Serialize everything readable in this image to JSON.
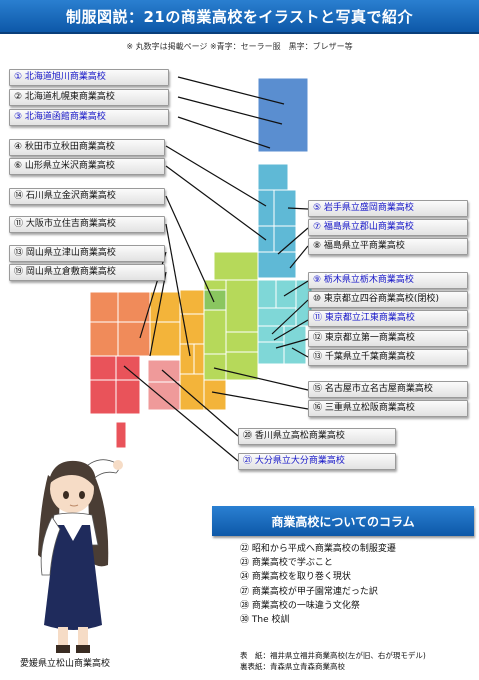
{
  "header": {
    "title": "制服図説：21の商業高校をイラストと写真で紹介",
    "note": "※ 丸数字は掲載ページ ※青字：セーラー服　黒字：ブレザー等"
  },
  "schools": [
    {
      "label": "① 北海道旭川商業高校",
      "style": "blue"
    },
    {
      "label": "② 北海道札幌東商業高校",
      "style": "black"
    },
    {
      "label": "③ 北海道函館商業高校",
      "style": "blue"
    },
    {
      "label": "④ 秋田市立秋田商業高校",
      "style": "black"
    },
    {
      "label": "⑥ 山形県立米沢商業高校",
      "style": "black"
    },
    {
      "label": "⑭ 石川県立金沢商業高校",
      "style": "black"
    },
    {
      "label": "⑪ 大阪市立住吉商業高校",
      "style": "black"
    },
    {
      "label": "⑬ 岡山県立津山商業高校",
      "style": "black"
    },
    {
      "label": "⑲ 岡山県立倉敷商業高校",
      "style": "black"
    },
    {
      "label": "⑤ 岩手県立盛岡商業高校",
      "style": "blue"
    },
    {
      "label": "⑦ 福島県立郡山商業高校",
      "style": "blue"
    },
    {
      "label": "⑧ 福島県立平商業高校",
      "style": "black"
    },
    {
      "label": "⑨ 栃木県立栃木商業高校",
      "style": "blue"
    },
    {
      "label": "⑩ 東京都立四谷商業高校(閉校)",
      "style": "black"
    },
    {
      "label": "⑪ 東京都立江東商業高校",
      "style": "blue"
    },
    {
      "label": "⑫ 東京都立第一商業高校",
      "style": "black"
    },
    {
      "label": "⑬ 千葉県立千葉商業高校",
      "style": "black"
    },
    {
      "label": "⑮ 名古屋市立名古屋商業高校",
      "style": "black"
    },
    {
      "label": "⑯ 三重県立松阪商業高校",
      "style": "black"
    },
    {
      "label": "⑳ 香川県立高松商業高校",
      "style": "black"
    },
    {
      "label": "㉑ 大分県立大分商業高校",
      "style": "blue"
    }
  ],
  "column": {
    "title": "商業高校についてのコラム",
    "items": [
      "㉒ 昭和から平成へ商業高校の制服変遷",
      "㉓ 商業高校で学ぶこと",
      "㉔ 商業高校を取り巻く現状",
      "㉗ 商業高校が甲子園常連だった訳",
      "㉘ 商業高校の一味違う文化祭",
      "㉚ The 校訓"
    ]
  },
  "cover": {
    "front": "表　紙：福井県立福井商業高校(左が旧、右が現モデル)",
    "back": "裏表紙：青森県立青森商業高校"
  },
  "illustration": {
    "caption": "愛媛県立松山商業高校"
  },
  "colors": {
    "accent": "#1a6cc4",
    "hokkaido": "#5a8ed0",
    "tohoku": "#5fb9d6",
    "kanto": "#7fd7d7",
    "chubu": "#b6d95a",
    "kinki": "#f3b43a",
    "chugoku": "#f08b5a",
    "shikoku": "#ef9a9a",
    "kyushu": "#e9535a"
  }
}
